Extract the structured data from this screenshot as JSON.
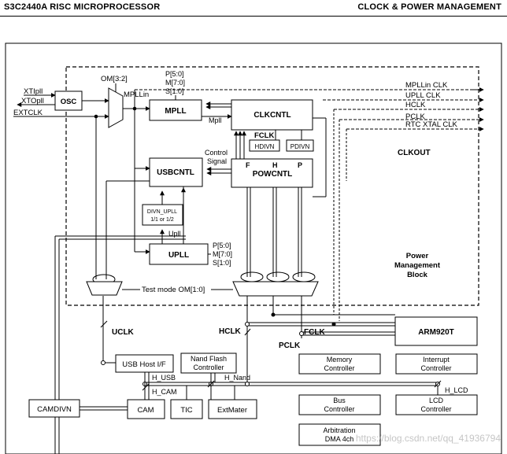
{
  "header": {
    "left": "S3C2440A RISC MICROPROCESSOR",
    "right": "CLOCK & POWER MANAGEMENT"
  },
  "inputs": {
    "xtipll": "XTIpll",
    "xtopll": "XTOpll",
    "extclk": "EXTCLK"
  },
  "blocks": {
    "osc": "OSC",
    "mpll": "MPLL",
    "clkcntl": "CLKCNTL",
    "usbcntl": "USBCNTL",
    "powcntl": "POWCNTL",
    "upll": "UPLL",
    "hdivn": "HDIVN",
    "pdivn": "PDIVN",
    "divn_upll_1": "DIVN_UPLL",
    "divn_upll_2": "1/1 or 1/2",
    "arm": "ARM920T",
    "camdivn": "CAMDIVN",
    "usb_host": "USB Host I/F",
    "nand_1": "Nand Flash",
    "nand_2": "Controller",
    "cam": "CAM",
    "tic": "TIC",
    "extmater": "ExtMater",
    "memory_1": "Memory",
    "memory_2": "Controller",
    "interrupt_1": "Interrupt",
    "interrupt_2": "Controller",
    "bus_1": "Bus",
    "bus_2": "Controller",
    "lcd_1": "LCD",
    "lcd_2": "Controller",
    "arb_1": "Arbitration",
    "arb_2": "DMA 4ch"
  },
  "labels": {
    "om32": "OM[3:2]",
    "mpllin": "MPLLin",
    "mpll_params": [
      "P[5:0]",
      "M[7:0]",
      "S[1:0]"
    ],
    "upll_params": [
      "P[5:0]",
      "M[7:0]",
      "S[1:0]"
    ],
    "mpll_out": "Mpll",
    "upll_out": "Upll",
    "fclk_top": "FCLK",
    "control_signal_1": "Control",
    "control_signal_2": "Signal",
    "f": "F",
    "h": "H",
    "p": "P",
    "test_mode": "Test mode OM[1:0]",
    "uclk": "UCLK",
    "hclk": "HCLK",
    "fclk": "FCLK",
    "pclk": "PCLK",
    "h_usb": "H_USB",
    "h_cam": "H_CAM",
    "h_nand": "H_Nand",
    "h_lcd": "H_LCD",
    "power_mgmt": [
      "Power",
      "Management",
      "Block"
    ],
    "clkout": "CLKOUT"
  },
  "outputs": [
    "MPLLin CLK",
    "UPLL CLK",
    "HCLK",
    "PCLK",
    "RTC XTAL CLK"
  ],
  "watermark": "https://blog.csdn.net/qq_41936794"
}
